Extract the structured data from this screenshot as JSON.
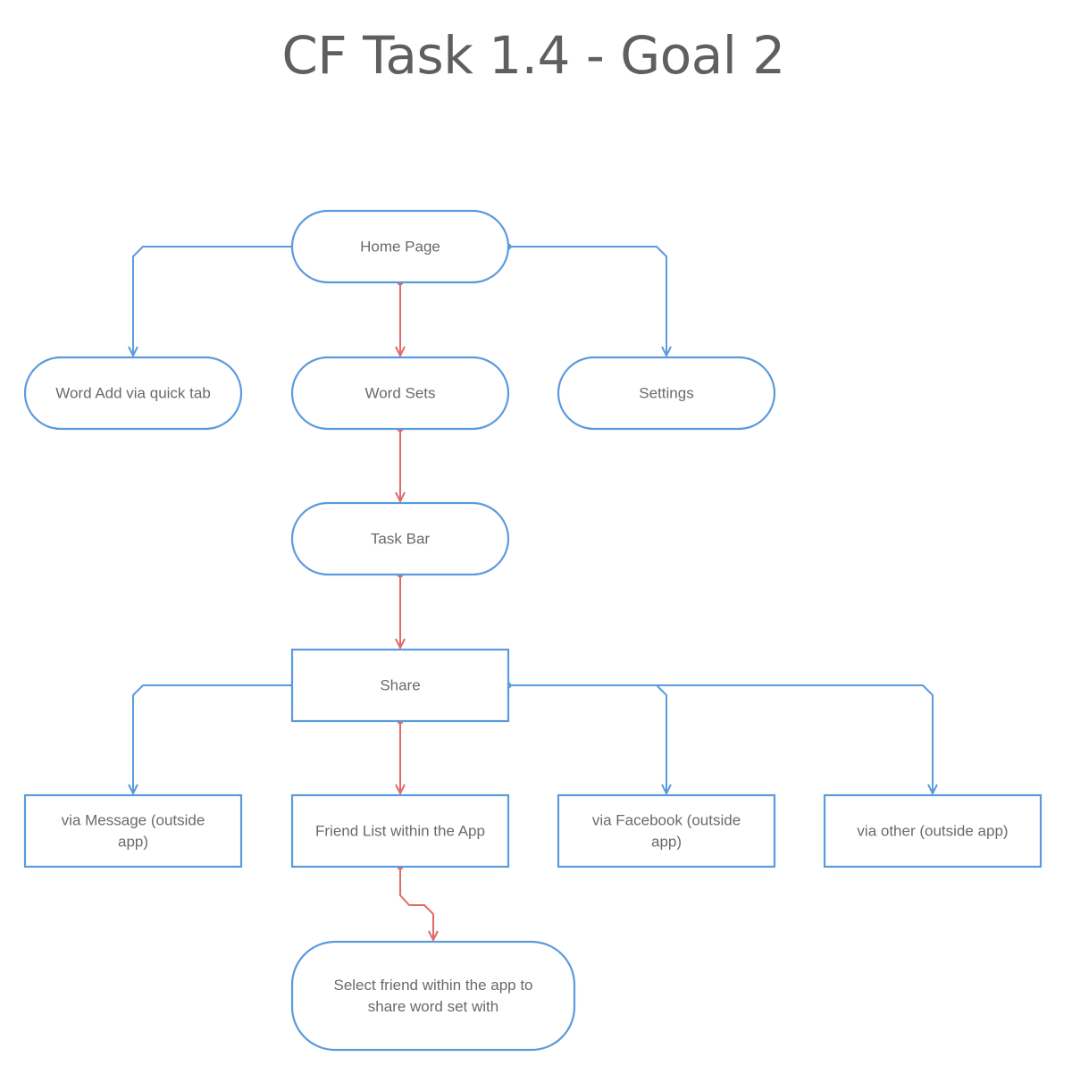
{
  "title": "CF Task 1.4 - Goal 2",
  "colors": {
    "node_stroke": "#5b9bdb",
    "flow_main": "#e06a6a",
    "flow_branch": "#5b9bdb",
    "text": "#6a6a6a",
    "title": "#5f5f5f"
  },
  "nodes": {
    "home": {
      "shape": "terminator",
      "lines": [
        "Home Page"
      ]
    },
    "word_add": {
      "shape": "terminator",
      "lines": [
        "Word Add via quick tab"
      ]
    },
    "word_sets": {
      "shape": "terminator",
      "lines": [
        "Word Sets"
      ]
    },
    "settings": {
      "shape": "terminator",
      "lines": [
        "Settings"
      ]
    },
    "task_bar": {
      "shape": "terminator",
      "lines": [
        "Task Bar"
      ]
    },
    "share": {
      "shape": "process",
      "lines": [
        "Share"
      ]
    },
    "via_message": {
      "shape": "process",
      "lines": [
        "via Message (outside",
        "app)"
      ]
    },
    "friend_list": {
      "shape": "process",
      "lines": [
        "Friend List within the App"
      ]
    },
    "via_facebook": {
      "shape": "process",
      "lines": [
        "via Facebook (outside",
        "app)"
      ]
    },
    "via_other": {
      "shape": "process",
      "lines": [
        "via other (outside app)"
      ]
    },
    "select_friend": {
      "shape": "terminator",
      "lines": [
        "Select friend within the app to",
        "share word set with"
      ]
    }
  },
  "edges": [
    {
      "from": "home",
      "to": "word_add",
      "kind": "branch"
    },
    {
      "from": "home",
      "to": "word_sets",
      "kind": "main"
    },
    {
      "from": "home",
      "to": "settings",
      "kind": "branch"
    },
    {
      "from": "word_sets",
      "to": "task_bar",
      "kind": "main"
    },
    {
      "from": "task_bar",
      "to": "share",
      "kind": "main"
    },
    {
      "from": "share",
      "to": "via_message",
      "kind": "branch"
    },
    {
      "from": "share",
      "to": "friend_list",
      "kind": "main"
    },
    {
      "from": "share",
      "to": "via_facebook",
      "kind": "branch"
    },
    {
      "from": "share",
      "to": "via_other",
      "kind": "branch"
    },
    {
      "from": "friend_list",
      "to": "select_friend",
      "kind": "main"
    }
  ]
}
